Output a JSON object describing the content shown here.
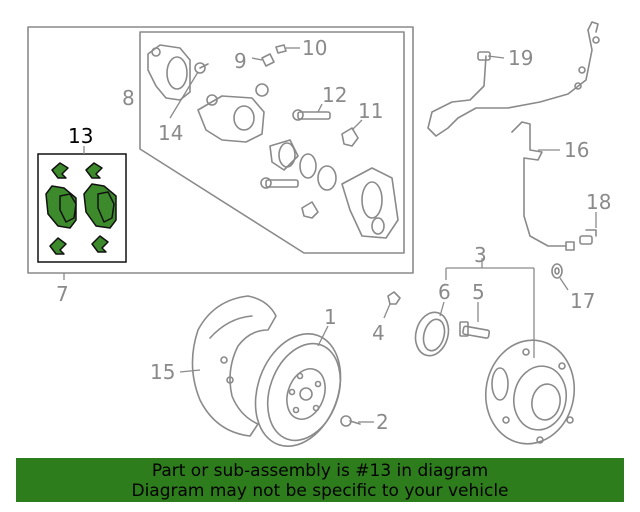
{
  "diagram": {
    "callouts": {
      "c1": "1",
      "c2": "2",
      "c3": "3",
      "c4": "4",
      "c5": "5",
      "c6": "6",
      "c7": "7",
      "c8": "8",
      "c9": "9",
      "c10": "10",
      "c11": "11",
      "c12": "12",
      "c13": "13",
      "c14": "14",
      "c15": "15",
      "c16": "16",
      "c17": "17",
      "c18": "18",
      "c19": "19"
    },
    "highlighted_part": "13",
    "colors": {
      "highlight": "#3d8a2c",
      "line": "#8a8a8a",
      "banner": "#2d7d1c"
    }
  },
  "banner": {
    "line1": "Part or sub-assembly is #13 in diagram",
    "line2": "Diagram may not be specific to your vehicle"
  }
}
